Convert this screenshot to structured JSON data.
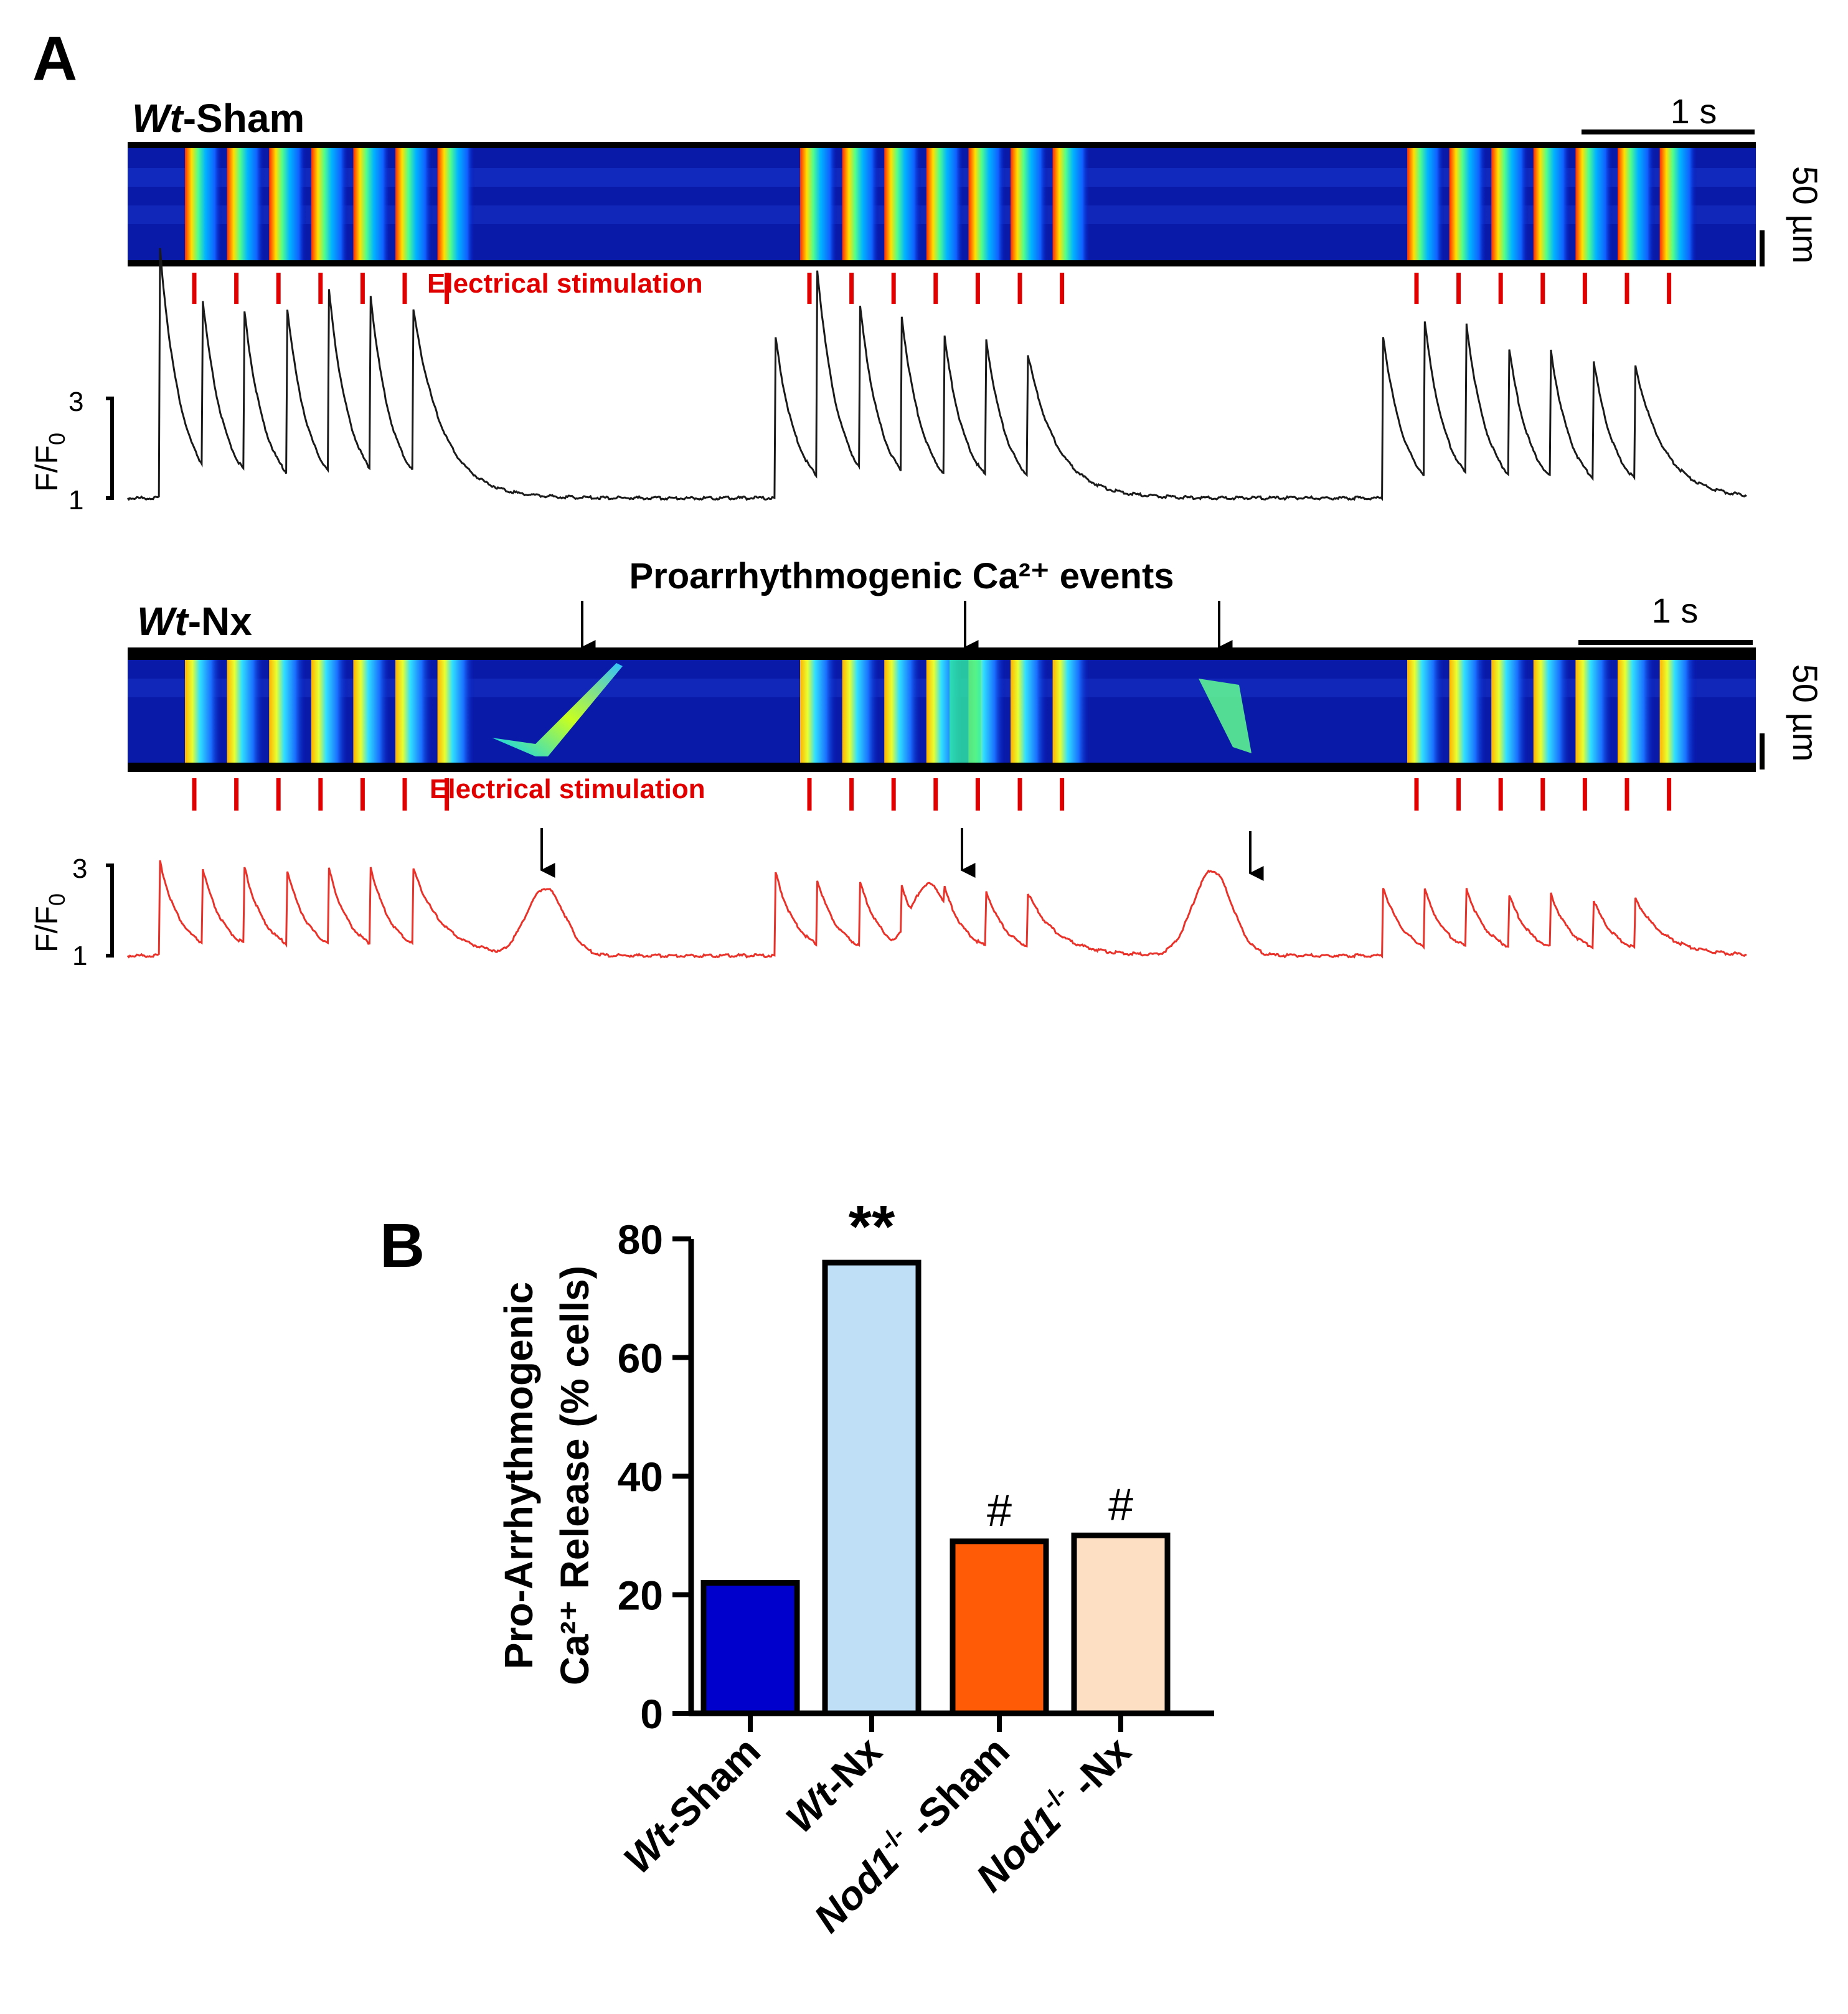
{
  "panel_a": {
    "panel_label": "A",
    "sham": {
      "title_italic": "Wt",
      "title_rest": "-Sham",
      "time_scale": "1 s",
      "space_scale": "50 µm",
      "stim_label": "Electrical stimulation",
      "y_axis_label": "F/F",
      "y_axis_sub": "0",
      "tick_top": "3",
      "tick_bottom": "1",
      "trace_color": "#1a1a1a",
      "bursts": [
        {
          "t0": 0.02,
          "peaks": [
            6.0,
            5.1,
            4.8,
            5.0,
            5.3,
            5.1,
            4.9
          ]
        },
        {
          "t0": 0.4,
          "peaks": [
            4.3,
            5.6,
            5.0,
            4.7,
            4.4,
            4.3,
            3.9
          ]
        },
        {
          "t0": 0.775,
          "peaks": [
            4.4,
            4.6,
            4.5,
            4.1,
            4.0,
            3.9,
            3.7
          ]
        }
      ]
    },
    "nx": {
      "header": "Proarrhythmogenic Ca²⁺ events",
      "title_italic": "Wt",
      "title_rest": "-Nx",
      "time_scale": "1 s",
      "space_scale": "50 µm",
      "stim_label": "Electrical stimulation",
      "y_axis_label": "F/F",
      "y_axis_sub": "0",
      "tick_top": "3",
      "tick_bottom": "1",
      "trace_color": "#e8322a",
      "bursts": [
        {
          "t0": 0.02,
          "peaks": [
            3.1,
            3.0,
            3.0,
            3.0,
            3.0,
            3.0,
            3.0
          ]
        },
        {
          "t0": 0.4,
          "peaks": [
            2.9,
            2.7,
            2.7,
            2.6,
            2.6,
            2.5,
            2.4
          ]
        },
        {
          "t0": 0.775,
          "peaks": [
            2.6,
            2.5,
            2.5,
            2.4,
            2.4,
            2.3,
            2.3
          ]
        }
      ],
      "events": [
        {
          "t": 0.258,
          "amp": 2.5
        },
        {
          "t": 0.495,
          "amp": 2.6
        },
        {
          "t": 0.67,
          "amp": 2.9
        }
      ]
    }
  },
  "panel_b": {
    "panel_label": "B",
    "chart_data": {
      "type": "bar",
      "categories": [
        "Wt-Sham",
        "Wt-Nx",
        "Nod1-/- -Sham",
        "Nod1-/- -Nx"
      ],
      "values": [
        22,
        76,
        29,
        30
      ],
      "ylim": [
        0,
        80
      ],
      "yticks": [
        "0",
        "20",
        "40",
        "60",
        "80"
      ],
      "ylabel_line1": "Pro-Arrhythmogenic",
      "ylabel_line2": "Ca²⁺ Release (% cells)",
      "bar_colors": [
        "#0000cd",
        "#bfdff7",
        "#ff5a05",
        "#fde0c3"
      ],
      "annotations": [
        "",
        "**",
        "#",
        "#"
      ],
      "tick_labels": [
        {
          "italic": "Wt",
          "sup": "",
          "rest": "-Sham"
        },
        {
          "italic": "Wt",
          "sup": "",
          "rest": "-Nx"
        },
        {
          "italic": "Nod1",
          "sup": "-/-",
          "rest": " -Sham"
        },
        {
          "italic": "Nod1",
          "sup": "-/-",
          "rest": " -Nx"
        }
      ]
    }
  }
}
